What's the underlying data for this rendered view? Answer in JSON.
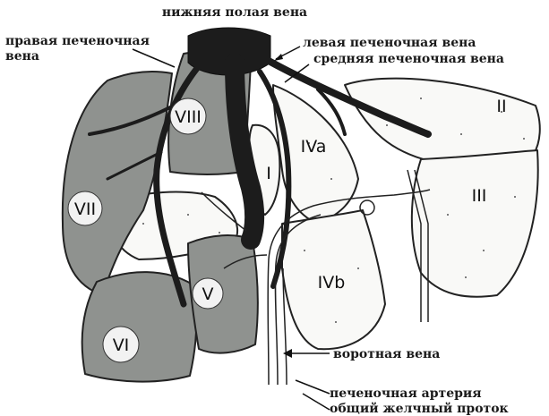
{
  "labels": {
    "ivc": "нижняя полая вена",
    "right_hepatic_vein_line1": "правая печеночная",
    "right_hepatic_vein_line2": "вена",
    "left_hepatic_vein": "левая печеночная вена",
    "middle_hepatic_vein": "средняя печеночная вена",
    "portal_vein": "воротная вена",
    "hepatic_artery": "печеночная артерия",
    "common_bile_duct": "общий желчный проток"
  },
  "segments": {
    "I": "I",
    "II": "II",
    "III": "III",
    "IVa": "IVa",
    "IVb": "IVb",
    "V": "V",
    "VI": "VI",
    "VII": "VII",
    "VIII": "VIII"
  },
  "colors": {
    "posterior_segments": "#8f928f",
    "anterior_segments": "#f9f9f7",
    "veins": "#1c1c1c"
  }
}
